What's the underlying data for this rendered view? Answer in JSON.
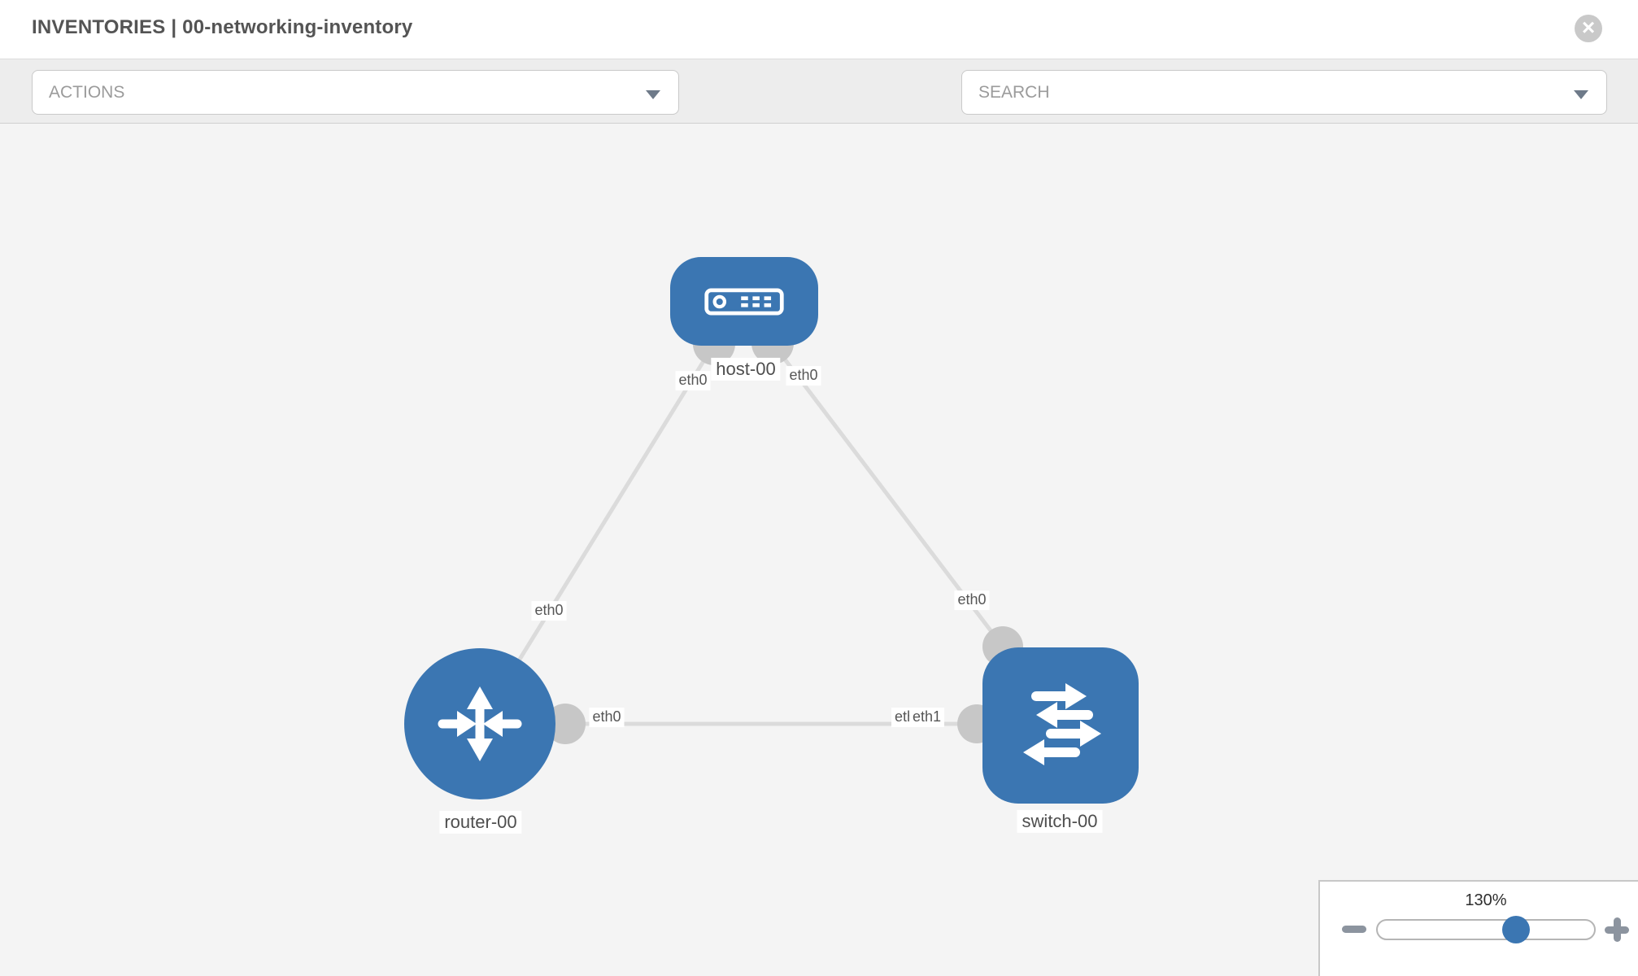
{
  "header": {
    "title_prefix": "INVENTORIES",
    "title_separator": "|",
    "inventory_name": "00-networking-inventory",
    "close_icon": "x-circle"
  },
  "toolbar": {
    "actions_placeholder": "ACTIONS",
    "search_placeholder": "SEARCH",
    "tool_icons": [
      "wrench-icon",
      "key-icon"
    ]
  },
  "colors": {
    "node-blue": "#3b76b2",
    "link-gray": "#dbdbdb",
    "interface-gray": "#c7c7c7",
    "toolbar-bg": "#ededed",
    "canvas-bg": "#f4f4f4"
  },
  "topology": {
    "nodes": [
      {
        "id": "host-00",
        "label": "host-00",
        "type": "host",
        "icon": "server-icon"
      },
      {
        "id": "router-00",
        "label": "router-00",
        "type": "router",
        "icon": "router-icon"
      },
      {
        "id": "switch-00",
        "label": "switch-00",
        "type": "switch",
        "icon": "switch-icon"
      }
    ],
    "links": [
      {
        "from": "host-00",
        "to": "router-00",
        "from_interface": "eth0",
        "to_interface": "eth0"
      },
      {
        "from": "host-00",
        "to": "switch-00",
        "from_interface": "eth0",
        "to_interface": "eth0"
      },
      {
        "from": "router-00",
        "to": "switch-00",
        "from_interface": "eth0",
        "to_interface": "eth1"
      }
    ],
    "overlapped_underlay_label": "eth0"
  },
  "zoom_control": {
    "value": "130%"
  }
}
